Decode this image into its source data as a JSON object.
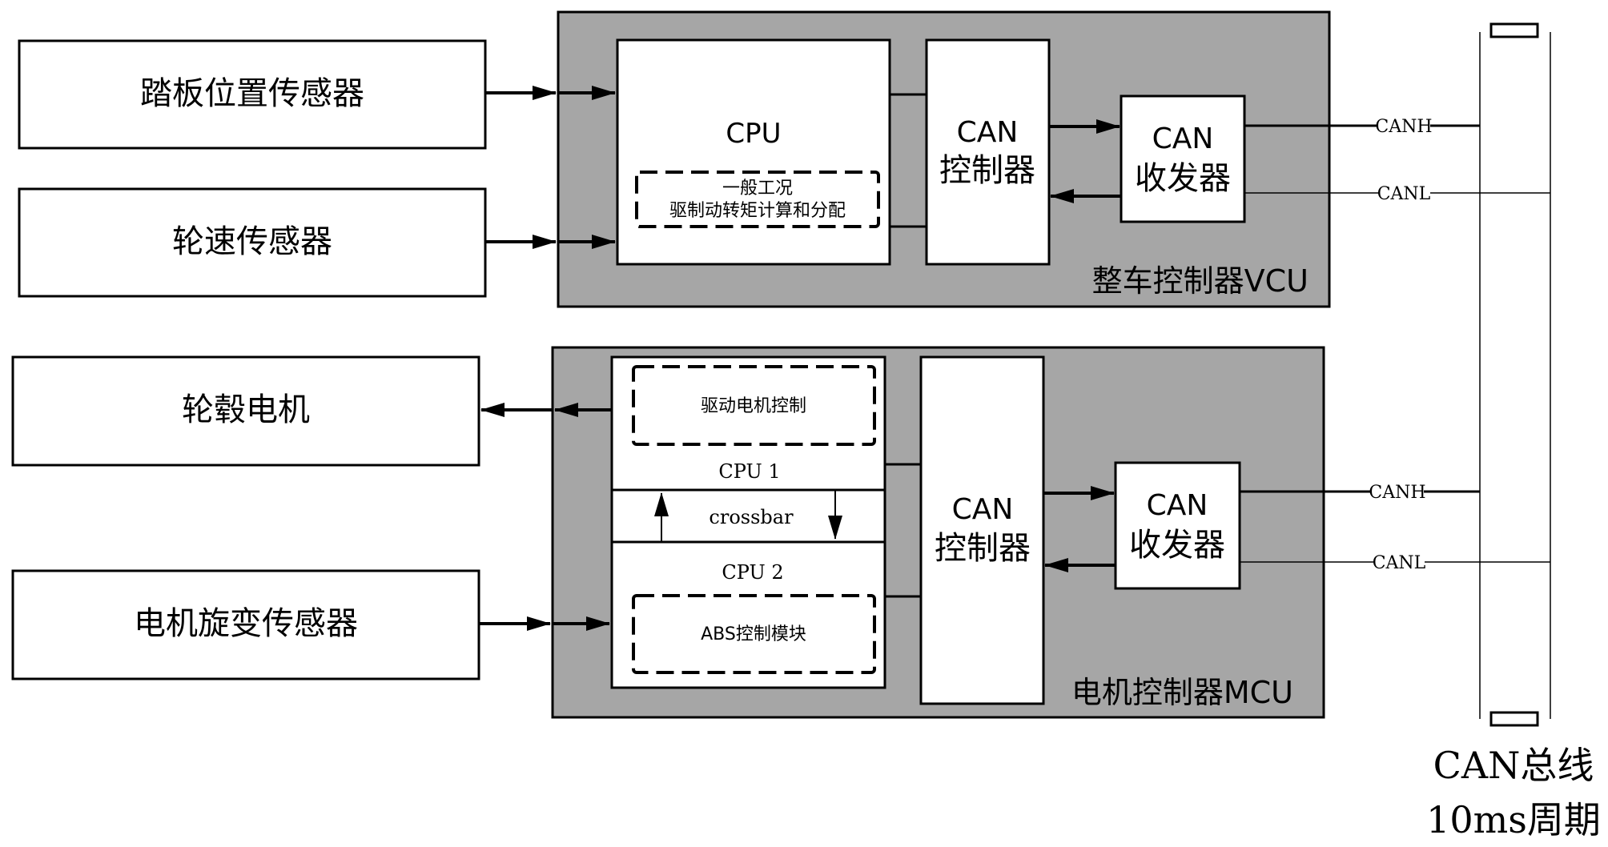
{
  "sensors": {
    "pedal": "踏板位置传感器",
    "wheel_speed": "轮速传感器",
    "hub_motor": "轮毂电机",
    "resolver": "电机旋变传感器"
  },
  "vcu": {
    "title": "整车控制器VCU",
    "cpu": {
      "label": "CPU",
      "module_line1": "一般工况",
      "module_line2": "驱制动转矩计算和分配"
    },
    "can_controller": {
      "line1": "CAN",
      "line2": "控制器"
    },
    "can_transceiver": {
      "line1": "CAN",
      "line2": "收发器"
    },
    "canh": "CANH",
    "canl": "CANL"
  },
  "mcu": {
    "title": "电机控制器MCU",
    "motor_ctrl": "驱动电机控制",
    "cpu1": "CPU 1",
    "crossbar": "crossbar",
    "cpu2": "CPU 2",
    "abs": "ABS控制模块",
    "can_controller": {
      "line1": "CAN",
      "line2": "控制器"
    },
    "can_transceiver": {
      "line1": "CAN",
      "line2": "收发器"
    },
    "canh": "CANH",
    "canl": "CANL"
  },
  "bus": {
    "line1": "CAN总线",
    "line2": "10ms周期"
  },
  "colors": {
    "controller_fill": "#a6a6a6",
    "block_fill": "#ffffff",
    "stroke": "#000000"
  }
}
